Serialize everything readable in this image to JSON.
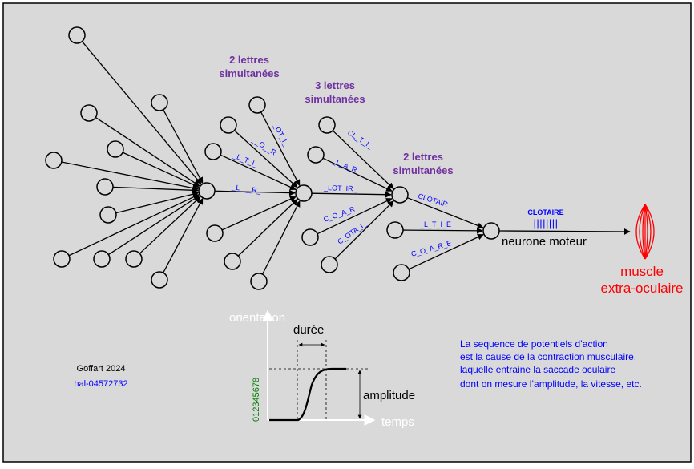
{
  "headers": {
    "stage2_line1": "2 lettres",
    "stage2_line2": "simultanées",
    "stage3_line1": "3 lettres",
    "stage3_line2": "simultanées",
    "stage4_line1": "2 lettres",
    "stage4_line2": "simultanées"
  },
  "edge_labels": {
    "l1": "_L___R_",
    "l2": "_L_T_I_",
    "l3": "__O__R",
    "l4": "_OT_I_",
    "l5": "_LOT_IR_",
    "l6": "_L_A_R",
    "l7": "CL_T_I_",
    "l8": "C_O_A_R",
    "l9": "C_OTA_I_",
    "l10": "CLOTAIR",
    "l11": "_L_T_I_E",
    "l12": "C_O_A_R_E"
  },
  "spike_train": {
    "label": "CLOTAIRE",
    "ticks": "||||||||"
  },
  "motor_neuron_label": "neurone moteur",
  "muscle": {
    "line1": "muscle",
    "line2": "extra-oculaire"
  },
  "graph": {
    "ylabel": "orientation",
    "xlabel": "temps",
    "duration_label": "durée",
    "amplitude_label": "amplitude",
    "y_ticks": "012345678"
  },
  "description": {
    "line1": "La sequence de potentiels d’action",
    "line2": "est la cause de la contraction musculaire,",
    "line3": "laquelle entraine la saccade oculaire",
    "line4": "dont on mesure l’amplitude, la vitesse, etc."
  },
  "credit": {
    "author": "Goffart 2024",
    "ref": "hal-04572732"
  },
  "colors": {
    "background": "#d9d9d9",
    "header_purple": "#7030a0",
    "label_blue": "#0000ff",
    "muscle_red": "#ff0000",
    "tick_green": "#008000",
    "neuron_stroke": "#000000"
  }
}
